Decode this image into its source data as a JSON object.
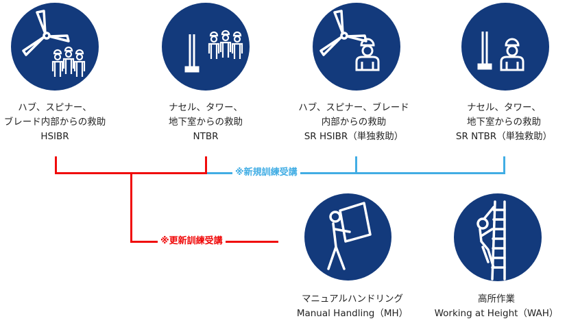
{
  "colors": {
    "circle": "#133a7c",
    "renewal": "#f00a0a",
    "new": "#41ade4"
  },
  "courses": [
    {
      "line1": "ハブ、スピナー、",
      "line2": "ブレード内部からの救助",
      "line3": "HSIBR",
      "icon": "wind-turbine-team-icon"
    },
    {
      "line1": "ナセル、タワー、",
      "line2": "地下室からの救助",
      "line3": "NTBR",
      "icon": "tower-team-icon"
    },
    {
      "line1": "ハブ、スピナー、ブレード",
      "line2": "内部からの救助",
      "line3": "SR HSIBR（単独救助）",
      "icon": "wind-turbine-worker-icon"
    },
    {
      "line1": "ナセル、タワー、",
      "line2": "地下室からの救助",
      "line3": "SR NTBR（単独救助）",
      "icon": "tower-worker-icon"
    }
  ],
  "modules": [
    {
      "line1": "マニュアルハンドリング",
      "line2": "Manual Handling（MH）",
      "icon": "carrying-box-icon"
    },
    {
      "line1": "高所作業",
      "line2": "Working at Height（WAH）",
      "icon": "ladder-climber-icon"
    }
  ],
  "connectors": {
    "new_training": "※新規訓練受講",
    "renewal_training": "※更新訓練受講"
  }
}
